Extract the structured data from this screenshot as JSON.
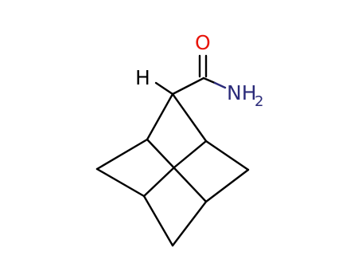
{
  "colors": {
    "bond": "#000000",
    "oxygen": "#e8150b",
    "nitrogen": "#2b2b7a",
    "background": "#ffffff"
  },
  "atoms": {
    "hydrogen": "H",
    "oxygen": "O",
    "amide_n": "NH",
    "amide_sub": "2"
  }
}
